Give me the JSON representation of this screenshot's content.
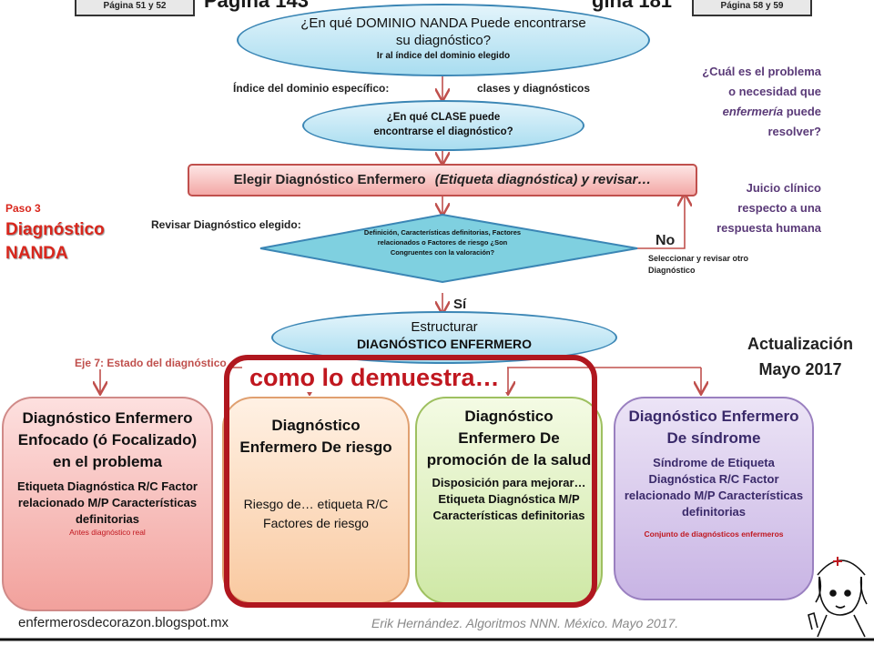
{
  "top": {
    "page_left": "Página 51 y 52",
    "page_title_left": "Página 143",
    "page_title_right": "gina 181",
    "page_right": "Página 58 y 59"
  },
  "flow": {
    "dominio_q": "¿En qué DOMINIO NANDA Puede encontrarse su diagnóstico?",
    "dominio_sub": "Ir al índice del dominio elegido",
    "indice_label": "Índice del dominio específico:",
    "clases_label": "clases y diagnósticos",
    "clase_q": "¿En qué CLASE puede encontrarse el diagnóstico?",
    "elegir_main": "Elegir Diagnóstico Enfermero",
    "elegir_italic": "(Etiqueta diagnóstica) y revisar…",
    "revisar_label": "Revisar Diagnóstico elegido:",
    "diamond_text": "Definición, Características definitorias, Factores relacionados o Factores de riesgo ¿Son Congruentes con la valoración?",
    "no_label": "No",
    "no_sub": "Seleccionar y revisar otro Diagnóstico",
    "si_label": "Sí",
    "estructurar_line1": "Estructurar",
    "estructurar_line2": "DIAGNÓSTICO ENFERMERO",
    "eje_label": "Eje 7: Estado del diagnóstico"
  },
  "left": {
    "paso": "Paso 3",
    "title_line1": "Diagnóstico",
    "title_line2": "NANDA"
  },
  "right": {
    "question": "¿Cuál es el problema o necesidad que",
    "question_em": "enfermería",
    "question_end": "puede resolver?",
    "juicio": "Juicio clínico respecto a una respuesta humana",
    "update_line1": "Actualización",
    "update_line2": "Mayo 2017"
  },
  "callout": "como lo demuestra…",
  "boxes": [
    {
      "title": "Diagnóstico Enfermero Enfocado (ó Focalizado) en el problema",
      "detail": "Etiqueta Diagnóstica R/C Factor relacionado M/P Características definitorias",
      "note": "Antes diagnóstico real"
    },
    {
      "title": "Diagnóstico Enfermero De riesgo",
      "detail": "Riesgo de… etiqueta R/C Factores de riesgo",
      "note": ""
    },
    {
      "title": "Diagnóstico Enfermero De promoción de la salud",
      "detail": "Disposición para mejorar… Etiqueta Diagnóstica M/P Características definitorias",
      "note": ""
    },
    {
      "title": "Diagnóstico Enfermero De síndrome",
      "detail": "Síndrome de Etiqueta Diagnóstica R/C Factor relacionado M/P Características definitorias",
      "note": "Conjunto de diagnósticos enfermeros"
    }
  ],
  "footer": {
    "blog": "enfermerosdecorazon.blogspot.mx",
    "credit": "Erik Hernández. Algoritmos NNN. México. Mayo 2017."
  },
  "colors": {
    "arrow": "#c0504d",
    "oval_border": "#3b86b5",
    "title_red": "#d9261c",
    "purple": "#5a3a78",
    "callout_border": "#b0171f"
  }
}
